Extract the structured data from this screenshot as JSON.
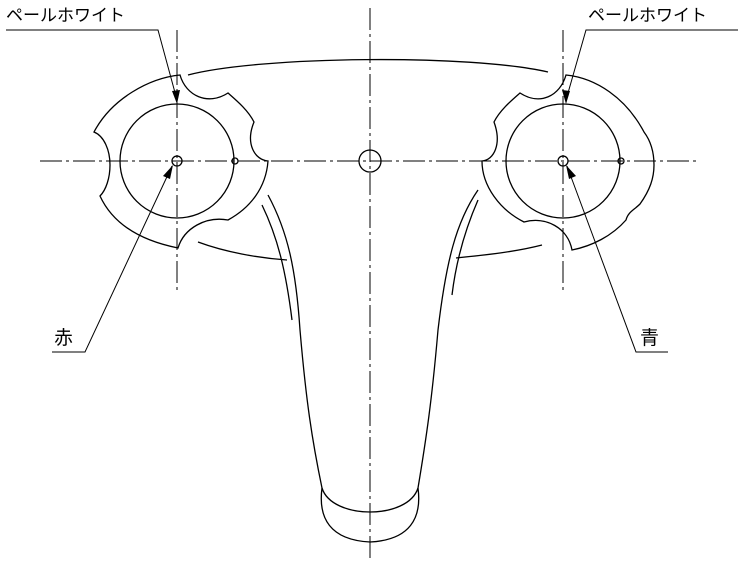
{
  "callouts": {
    "handle_left": "ペールホワイト",
    "handle_right": "ペールホワイト",
    "indicator_left": "赤",
    "indicator_right": "青"
  },
  "colors": {
    "line": "#000000",
    "background": "#ffffff"
  }
}
